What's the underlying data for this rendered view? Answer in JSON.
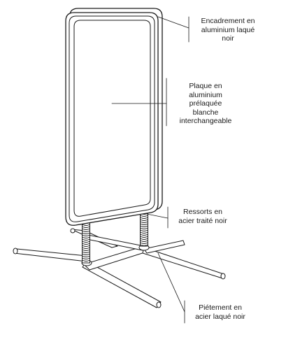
{
  "labels": {
    "frame": [
      "Encadrement en",
      "aluminium laqué",
      "noir"
    ],
    "panel": [
      "Plaque en",
      "aluminium",
      "prélaquée",
      "blanche",
      "interchangeable"
    ],
    "spring": [
      "Ressorts en",
      "acier traité noir"
    ],
    "base": [
      "Piétement en",
      "acier laqué noir"
    ]
  },
  "colors": {
    "ink": "#1a1a1a",
    "background": "#ffffff"
  }
}
